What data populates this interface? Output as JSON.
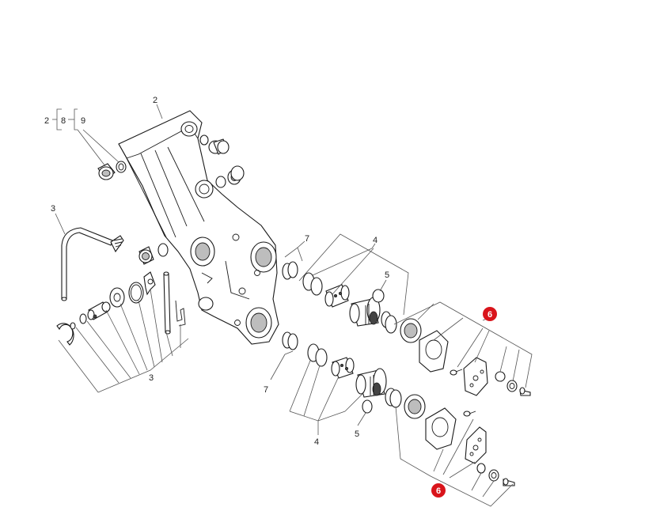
{
  "callouts": {
    "c2_top": "2",
    "c2_left": "2",
    "c8": "8",
    "c9": "9",
    "c3_top": "3",
    "c3_bottom": "3",
    "c7_top": "7",
    "c7_bottom": "7",
    "c4_top": "4",
    "c4_bottom": "4",
    "c5_top": "5",
    "c5_bottom": "5"
  },
  "badges": {
    "b6_top": "6",
    "b6_bottom": "6"
  },
  "colors": {
    "badge": "#d9141b",
    "line": "#1a1a1a",
    "shade": "#bdbdbd"
  }
}
